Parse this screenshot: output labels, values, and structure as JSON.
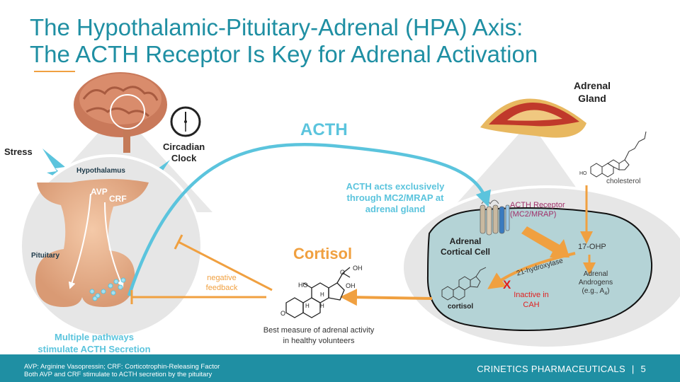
{
  "slide": {
    "title_line1": "The Hypothalamic-Pituitary-Adrenal (HPA) Axis:",
    "title_line2": "The ACTH Receptor Is Key for Adrenal Activation",
    "page_number": "5"
  },
  "left": {
    "stress": "Stress",
    "circadian_line1": "Circadian",
    "circadian_line2": "Clock",
    "hypothalamus": "Hypothalamus",
    "avp": "AVP",
    "crf": "CRF",
    "pituitary": "Pituitary",
    "caption_line1": "Multiple pathways",
    "caption_line2": "stimulate ACTH Secretion"
  },
  "center": {
    "acth": "ACTH",
    "acts_line1": "ACTH acts exclusively",
    "acts_line2": "through MC2/MRAP at",
    "acts_line3": "adrenal gland",
    "cortisol": "Cortisol",
    "negative_feedback_line1": "negative",
    "negative_feedback_line2": "feedback",
    "best_measure_line1": "Best measure of adrenal activity",
    "best_measure_line2": "in healthy volunteers",
    "oh_top": "OH",
    "o_top": "O",
    "ho": "HO",
    "oh_right": "OH",
    "h1": "H",
    "h2": "H",
    "h3": "H",
    "o_left": "O"
  },
  "right": {
    "adrenal_line1": "Adrenal",
    "adrenal_line2": "Gland",
    "cholesterol": "cholesterol",
    "acth_receptor_line1": "ACTH Receptor",
    "acth_receptor_line2": "(MC2/MRAP)",
    "cell_line1": "Adrenal",
    "cell_line2": "Cortical Cell",
    "ohp": "17-OHP",
    "androgens_line1": "Adrenal",
    "androgens_line2": "Androgens",
    "androgens_line3": "(e.g., A",
    "androgens_sub": "4",
    "androgens_close": ")",
    "hydroxylase": "21-hydroxylase",
    "block_mark": "X",
    "inactive_line1": "Inactive in",
    "inactive_line2": "CAH",
    "cortisol_small": "cortisol",
    "ho_chol": "HO"
  },
  "footer": {
    "note_line1": "AVP: Arginine Vasopressin; CRF: Corticotrophin-Releasing Factor",
    "note_line2": "Both AVP and CRF stimulate to ACTH secretion by the pituitary",
    "company": "CRINETICS PHARMACEUTICALS",
    "separator": "|"
  },
  "colors": {
    "teal": "#1f8fa3",
    "acth_blue": "#5bc4dd",
    "orange": "#f0a040",
    "red": "#e02020",
    "receptor_purple": "#a0306a",
    "cell_fill": "#b4d3d6",
    "gray_disc": "#e6e6e6"
  }
}
